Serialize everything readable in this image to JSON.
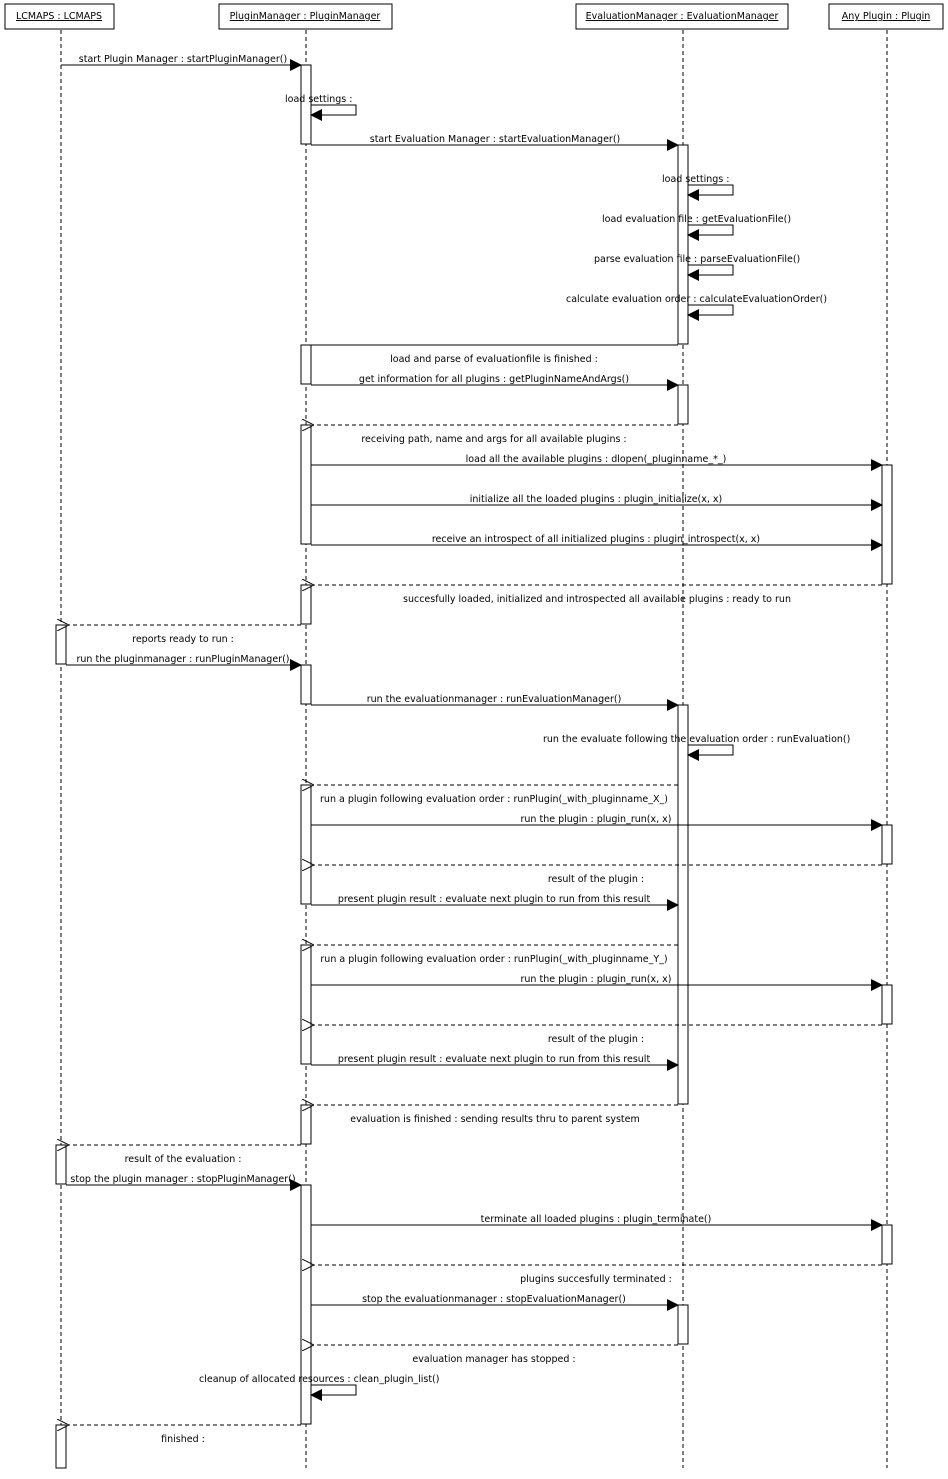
{
  "participants": [
    {
      "id": "lcmaps",
      "label": "LCMAPS : LCMAPS"
    },
    {
      "id": "pm",
      "label": "PluginManager : PluginManager"
    },
    {
      "id": "em",
      "label": "EvaluationManager : EvaluationManager"
    },
    {
      "id": "ap",
      "label": "Any Plugin : Plugin"
    }
  ],
  "messages": [
    {
      "text": "start Plugin Manager : startPluginManager()"
    },
    {
      "text": "load settings :"
    },
    {
      "text": "start Evaluation Manager : startEvaluationManager()"
    },
    {
      "text": "load settings :"
    },
    {
      "text": "load evaluation file : getEvaluationFile()"
    },
    {
      "text": "parse evaluation file : parseEvaluationFile()"
    },
    {
      "text": "calculate evaluation order : calculateEvaluationOrder()"
    },
    {
      "text": "load and parse of evaluationfile is finished :"
    },
    {
      "text": "get information for all plugins : getPluginNameAndArgs()"
    },
    {
      "text": "receiving path, name and args for all available plugins :"
    },
    {
      "text": "load all the available plugins : dlopen(_pluginname_*_)"
    },
    {
      "text": "initialize all the loaded plugins : plugin_initialize(x, x)"
    },
    {
      "text": "receive an introspect of all initialized plugins : plugin_introspect(x, x)"
    },
    {
      "text": "succesfully loaded, initialized and introspected all available plugins : ready to run"
    },
    {
      "text": "reports ready to run :"
    },
    {
      "text": "run the pluginmanager : runPluginManager()"
    },
    {
      "text": "run the evaluationmanager : runEvaluationManager()"
    },
    {
      "text": "run the evaluate following the evaluation order : runEvaluation()"
    },
    {
      "text": "run a plugin following evaluation order : runPlugin(_with_pluginname_X_)"
    },
    {
      "text": "run the plugin : plugin_run(x, x)"
    },
    {
      "text": "result of the plugin :"
    },
    {
      "text": "present plugin result : evaluate next plugin to run from this result"
    },
    {
      "text": "run a plugin following evaluation order : runPlugin(_with_pluginname_Y_)"
    },
    {
      "text": "run the plugin : plugin_run(x, x)"
    },
    {
      "text": "result of the plugin :"
    },
    {
      "text": "present plugin result : evaluate next plugin to run from this result"
    },
    {
      "text": "evaluation is finished : sending results thru to parent system"
    },
    {
      "text": "result of the evaluation :"
    },
    {
      "text": "stop the plugin manager : stopPluginManager()"
    },
    {
      "text": "terminate all loaded plugins : plugin_terminate()"
    },
    {
      "text": "plugins succesfully terminated :"
    },
    {
      "text": "stop the evaluationmanager : stopEvaluationManager()"
    },
    {
      "text": "evaluation manager has stopped :"
    },
    {
      "text": "cleanup of allocated resources : clean_plugin_list()"
    },
    {
      "text": "finished :"
    }
  ]
}
